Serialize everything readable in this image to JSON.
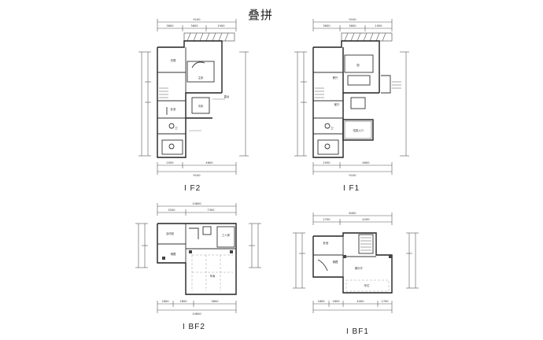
{
  "title": "叠拼",
  "floors": {
    "f2": {
      "label": "I F2"
    },
    "f1": {
      "label": "I F1"
    },
    "bf2": {
      "label": "I BF2"
    },
    "bf1": {
      "label": "I BF1"
    }
  },
  "dimensions": {
    "f2_top": [
      "9100",
      "3600",
      "3600",
      "1900"
    ],
    "f2_bottom": [
      "2050",
      "4600",
      "9100"
    ],
    "f1_top": [
      "9100",
      "3600",
      "3600",
      "1900"
    ],
    "f1_bottom": [
      "2050",
      "4600",
      "9100"
    ],
    "bf2_top": [
      "10600",
      "3200",
      "7300"
    ],
    "bf2_bottom": [
      "1800",
      "2800",
      "3600",
      "10600"
    ],
    "bf1_top": [
      "8400",
      "2700",
      "4200"
    ],
    "bf1_bottom": [
      "1800",
      "1800",
      "4400",
      "1700"
    ]
  },
  "rooms": {
    "f2": [
      "主卧",
      "衣帽",
      "次卧",
      "卧室",
      "露台",
      "卫"
    ],
    "f1": [
      "厨",
      "餐厅",
      "客厅",
      "卫",
      "花园入口"
    ],
    "bf2": [
      "活动室",
      "储藏",
      "车库",
      "工人房"
    ],
    "bf1": [
      "卧室",
      "娱乐厅",
      "车位",
      "储藏"
    ]
  }
}
